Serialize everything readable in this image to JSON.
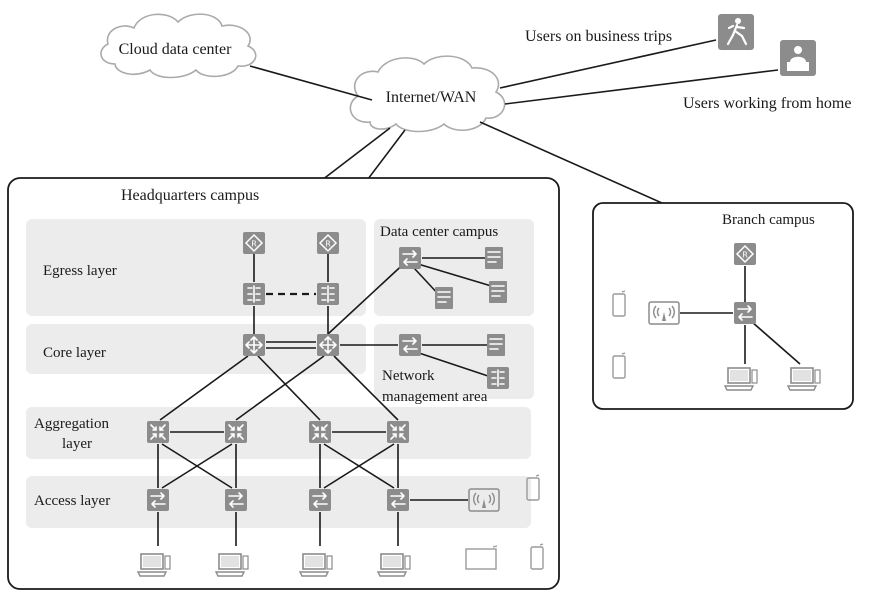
{
  "labels": {
    "cloud_dc": "Cloud data center",
    "internet": "Internet/WAN",
    "users_trips": "Users on business trips",
    "users_home": "Users working from home",
    "hq": "Headquarters campus",
    "egress": "Egress layer",
    "core": "Core layer",
    "aggregation_1": "Aggregation",
    "aggregation_2": "layer",
    "access": "Access layer",
    "dc_campus": "Data center campus",
    "nm_1": "Network",
    "nm_2": "management area",
    "branch": "Branch campus"
  },
  "colors": {
    "device": "#8c8c8c",
    "band": "#ececec",
    "line": "#1a1a1a",
    "cloud_stroke": "#aaaaaa"
  }
}
